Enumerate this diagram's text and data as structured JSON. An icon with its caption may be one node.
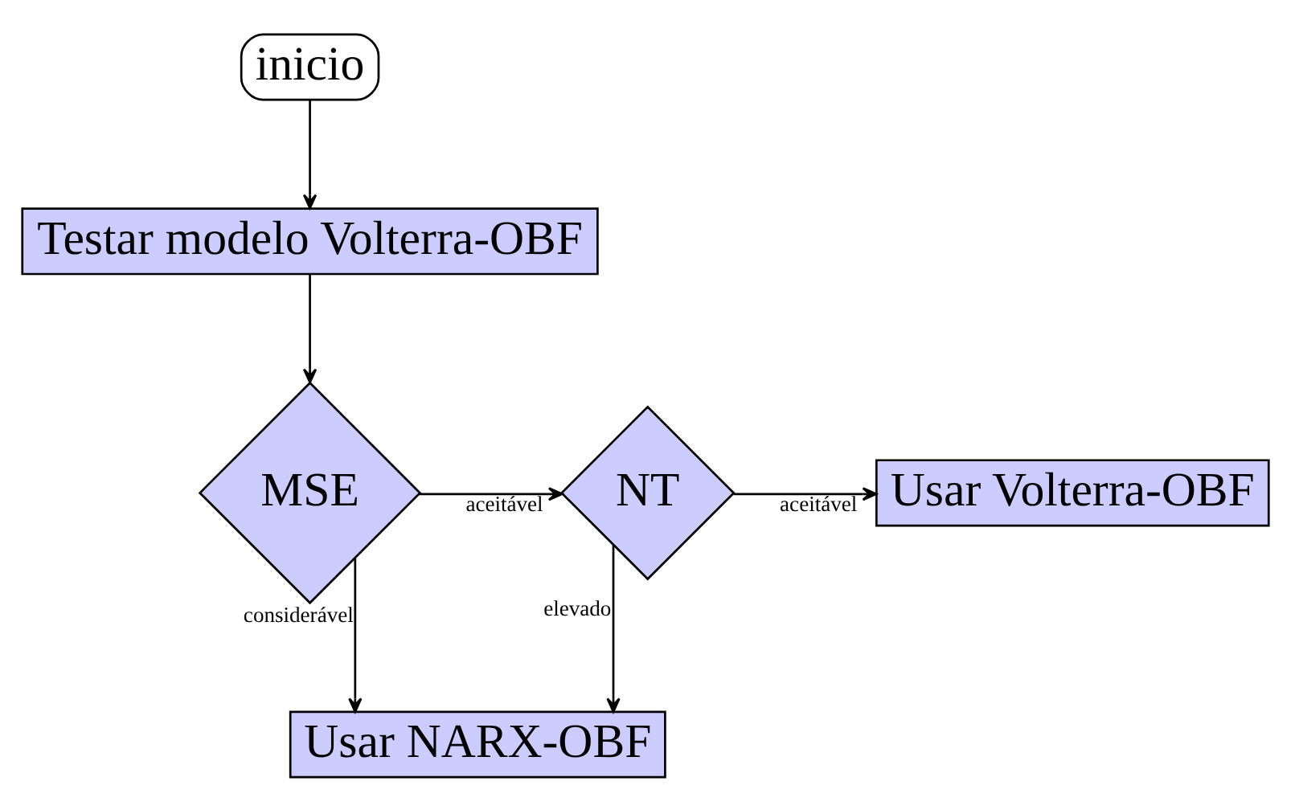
{
  "diagram": {
    "nodes": [
      {
        "text": [
          "inicio"
        ]
      },
      {
        "text": [
          "Testar modelo Volterra-OBF"
        ]
      },
      {
        "text": [
          "MSE"
        ]
      },
      {
        "text": [
          "NT"
        ]
      },
      {
        "text": [
          "Usar Volterra-OBF"
        ]
      },
      {
        "text": [
          "Usar NARX-OBF"
        ]
      }
    ],
    "edges": [
      {
        "from": 0,
        "to": 1,
        "arrow": "to"
      },
      {
        "from": 1,
        "to": 2,
        "arrow": "to"
      },
      {
        "from": 2,
        "to": 3,
        "arrow": "to",
        "label": "aceitável"
      },
      {
        "from": 3,
        "to": 4,
        "arrow": "to",
        "label": "aceitável"
      },
      {
        "from": 2,
        "to": 5,
        "arrow": "to",
        "label": "considerável"
      },
      {
        "from": 3,
        "to": 5,
        "arrow": "to",
        "label": "elevado"
      }
    ]
  }
}
